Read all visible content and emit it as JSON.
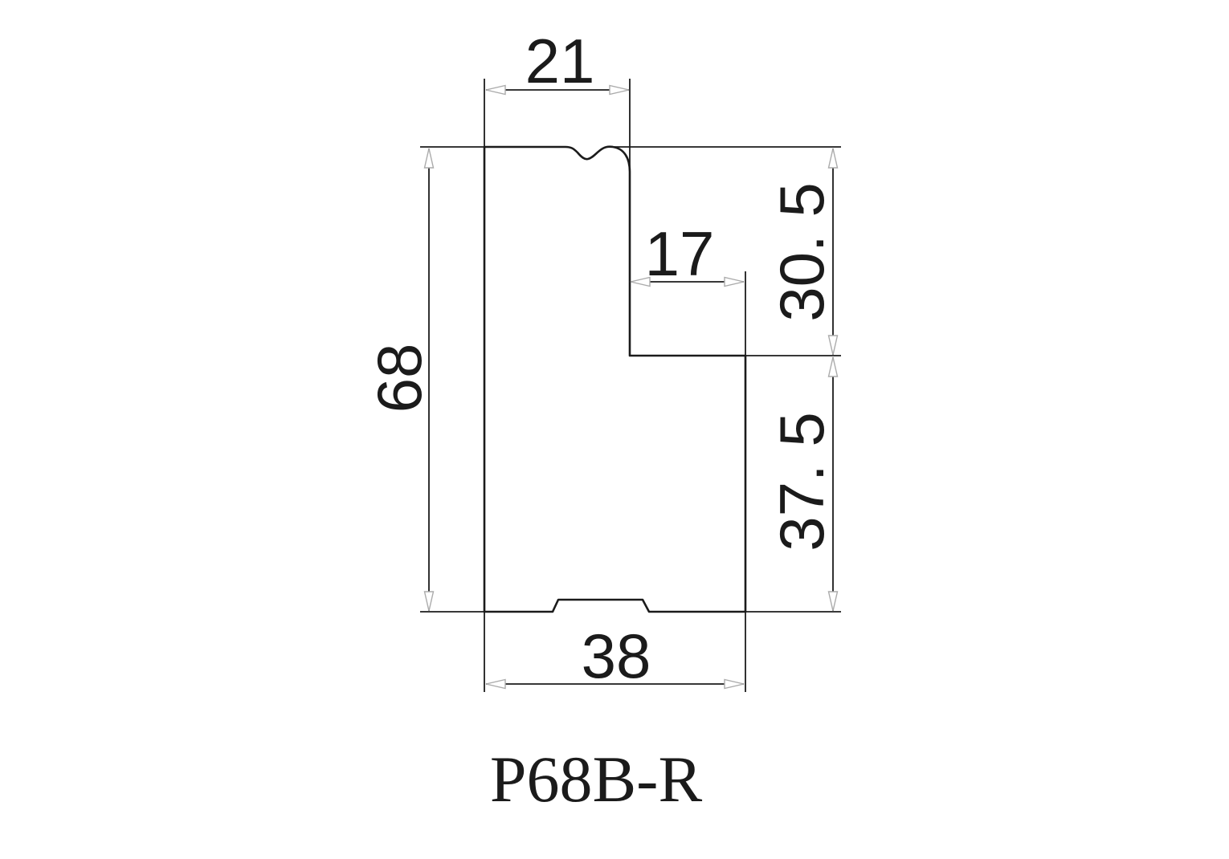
{
  "drawing": {
    "part_number": "P68B-R",
    "dimensions": {
      "top_width": "21",
      "overall_height": "68",
      "notch_width": "17",
      "upper_right_height": "30. 5",
      "lower_right_height": "37. 5",
      "bottom_width": "38"
    }
  },
  "colors": {
    "line-color": "#1b1b1b",
    "background": "#ffffff",
    "arrow-fill": "#ffffff",
    "arrow-outline": "#ababab"
  }
}
